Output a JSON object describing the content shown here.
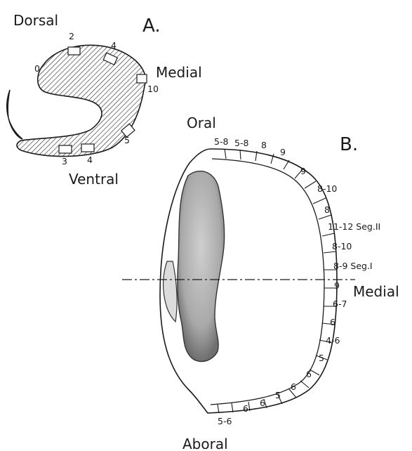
{
  "panel_a": {
    "letter": "A.",
    "labels": {
      "dorsal": "Dorsal",
      "medial": "Medial",
      "ventral": "Ventral"
    },
    "segment_numbers": [
      "0",
      "2",
      "4",
      "10",
      "5",
      "3",
      "4"
    ]
  },
  "panel_b": {
    "letter": "B.",
    "labels": {
      "oral": "Oral",
      "medial": "Medial",
      "aboral": "Aboral"
    },
    "segment_values": [
      "5-8",
      "5-8",
      "8",
      "9",
      "9",
      "8-10",
      "8",
      "11-12 Seg.II",
      "8-10",
      "8-9 Seg.I",
      "9",
      "6-7",
      "6",
      "4-6",
      "5",
      "6",
      "6",
      "5",
      "6",
      "6",
      "5-6"
    ]
  }
}
